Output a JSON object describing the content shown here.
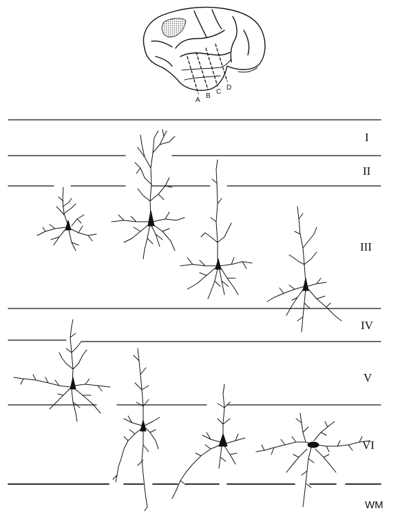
{
  "slices": [
    "A",
    "B",
    "C",
    "D"
  ],
  "layers": [
    {
      "key": "I",
      "label": "I"
    },
    {
      "key": "II",
      "label": "II"
    },
    {
      "key": "III",
      "label": "III"
    },
    {
      "key": "IV",
      "label": "IV"
    },
    {
      "key": "V",
      "label": "V"
    },
    {
      "key": "VI",
      "label": "VI"
    }
  ],
  "white_matter_label": "WM"
}
